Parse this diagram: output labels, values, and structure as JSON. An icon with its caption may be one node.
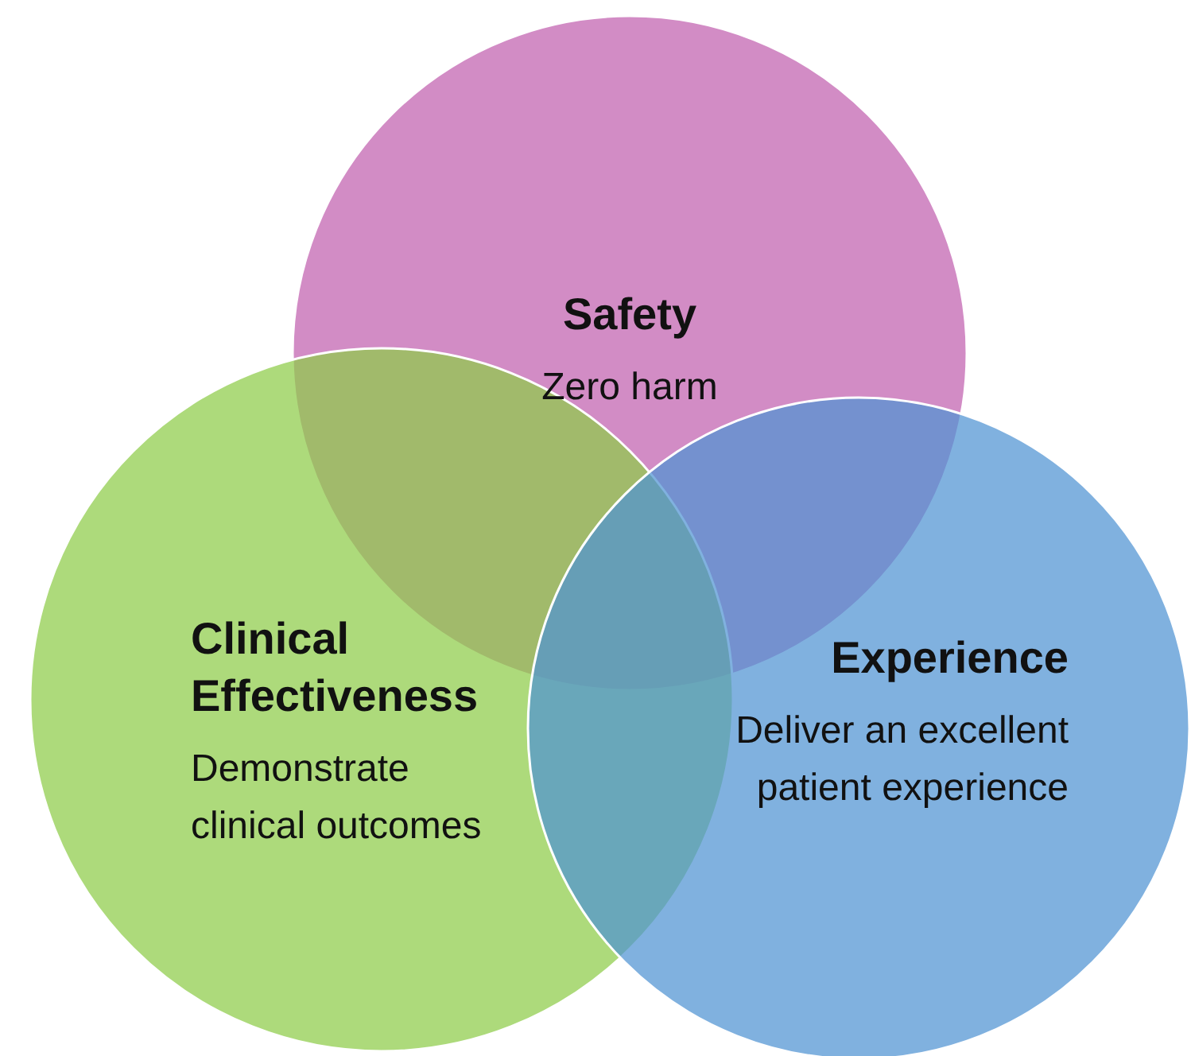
{
  "diagram": {
    "nodes": [
      {
        "text": [
          "Safety",
          "Zero harm"
        ]
      },
      {
        "text": [
          "Clinical Effectiveness",
          "Demonstrate clinical outcomes"
        ]
      },
      {
        "text": [
          "Experience",
          "Deliver an excellent patient experience"
        ]
      }
    ]
  }
}
